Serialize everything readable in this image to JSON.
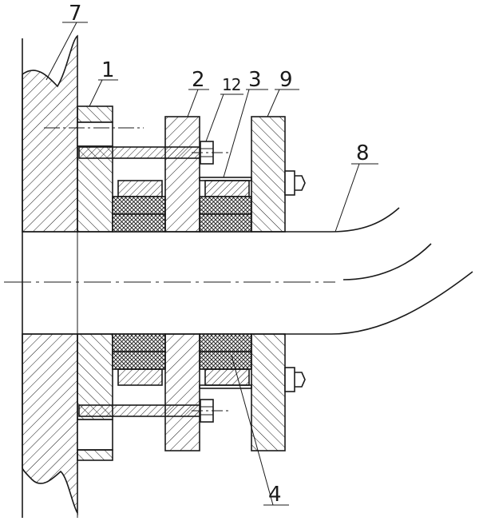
{
  "labels": {
    "l7": "7",
    "l1": "1",
    "l2": "2",
    "l12": "12",
    "l3": "3",
    "l9": "9",
    "l8": "8",
    "l4": "4"
  },
  "colors": {
    "line": "#1a1a1a",
    "background": "#ffffff"
  }
}
